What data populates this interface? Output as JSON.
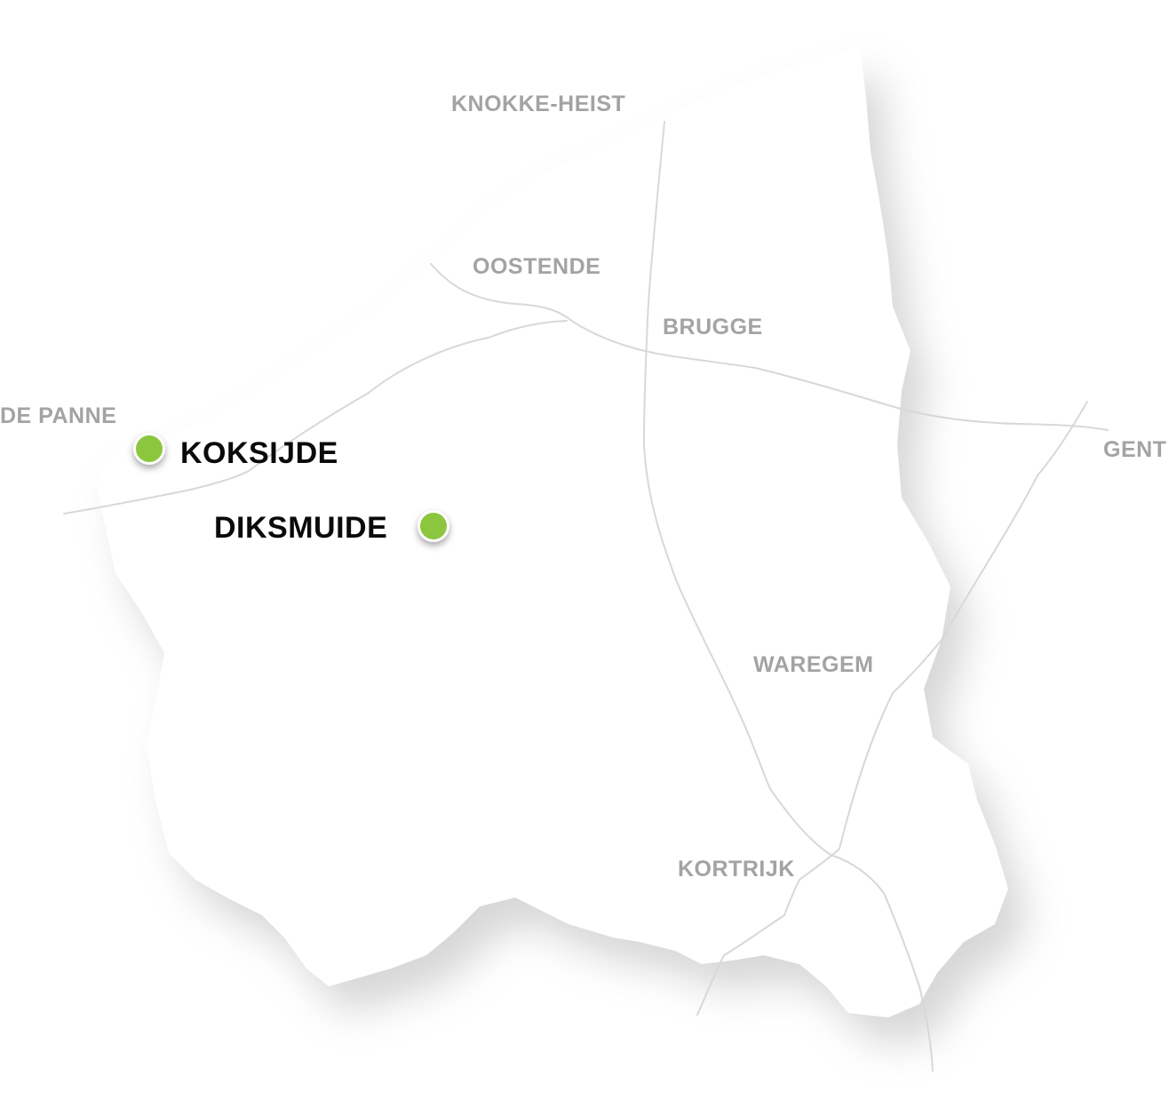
{
  "map": {
    "region_color": "#ffffff",
    "road_color": "#d8d8d8",
    "marker_color": "#8cc63f",
    "label_color": "#a3a3a3",
    "highlight_label_color": "#0a0a0a"
  },
  "cities": {
    "knokke_heist": "KNOKKE-HEIST",
    "oostende": "OOSTENDE",
    "brugge": "BRUGGE",
    "de_panne": "DE PANNE",
    "gent": "GENT",
    "waregem": "WAREGEM",
    "kortrijk": "KORTRIJK"
  },
  "locations": {
    "koksijde": "KOKSIJDE",
    "diksmuide": "DIKSMUIDE"
  }
}
